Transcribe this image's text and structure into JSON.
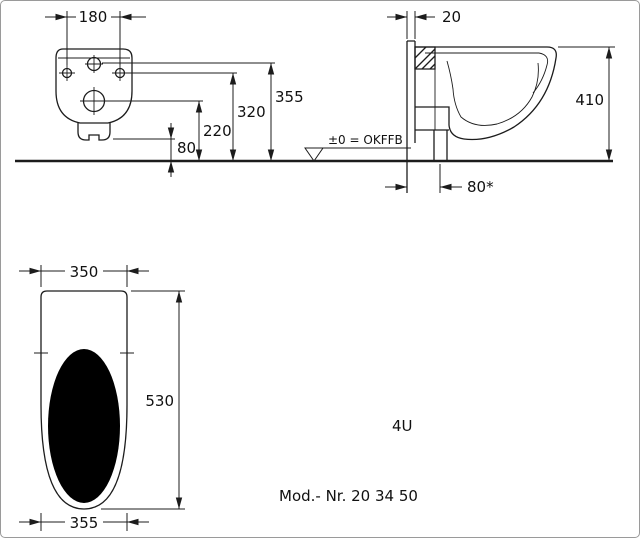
{
  "colors": {
    "background": "#ffffff",
    "line": "#1c1c1c",
    "border": "#9a9a9a"
  },
  "front_view": {
    "dim_width_holes": "180",
    "dim_height_total": "355",
    "dim_height_holes": "320",
    "dim_height_drain": "220",
    "dim_height_outlet": "80"
  },
  "side_view": {
    "dim_wall_gap": "20",
    "dim_height": "410",
    "dim_outlet_offset": "80*",
    "floor_reference": "±0 = OKFFB"
  },
  "plan_view": {
    "dim_width_top": "350",
    "dim_depth": "530",
    "dim_width_bottom": "355"
  },
  "annotations": {
    "variant": "4U",
    "model_number": "Mod.- Nr. 20 34 50"
  }
}
